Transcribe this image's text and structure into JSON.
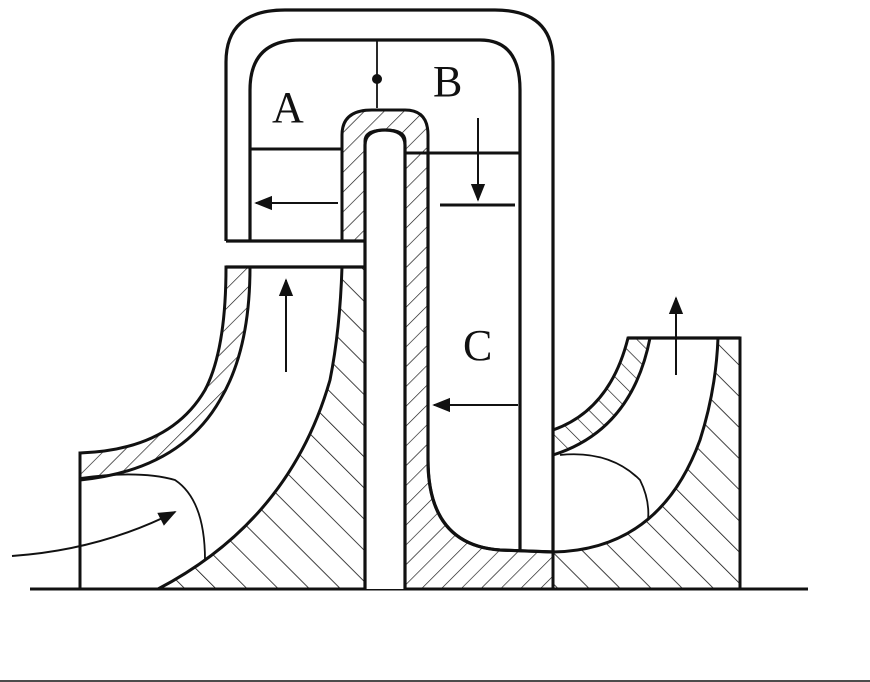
{
  "diagram": {
    "labels": {
      "a": "A",
      "b": "B",
      "c": "C"
    },
    "colors": {
      "stroke": "#111111",
      "background": "#ffffff"
    }
  }
}
